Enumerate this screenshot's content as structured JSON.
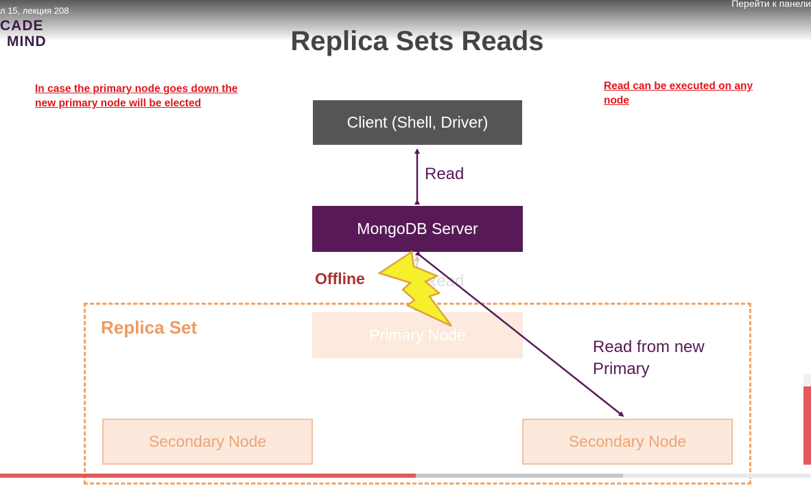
{
  "header": {
    "course_line": "л 15, лекция 208",
    "dashboard_link": "Перейти к панели"
  },
  "logo": {
    "line1": "CADE",
    "line2": "MIND"
  },
  "slide": {
    "title": "Replica Sets Reads",
    "note_left": "In case the primary node goes down the new primary node will be elected",
    "note_right": "Read can be executed on any node",
    "client_label": "Client (Shell, Driver)",
    "server_label": "MongoDB Server",
    "read_label_1": "Read",
    "read_label_2": "Read",
    "offline_label": "Offline",
    "primary_label": "Primary Node",
    "replica_set_label": "Replica Set",
    "read_new_primary": "Read from new Primary",
    "secondary_left": "Secondary Node",
    "secondary_right": "Secondary Node"
  },
  "colors": {
    "brand_purple": "#571a57",
    "client_gray": "#555555",
    "replica_orange": "#f0a366",
    "note_red": "#e0161c",
    "progress_red": "#e05a5c"
  },
  "player": {
    "played_fraction": 0.51,
    "buffered_fraction": 0.77
  }
}
